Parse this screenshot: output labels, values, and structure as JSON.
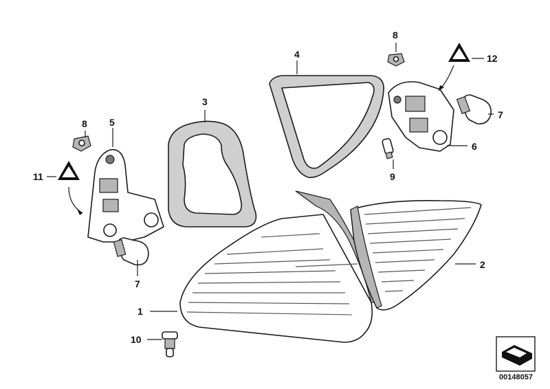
{
  "callouts": {
    "c1": "1",
    "c2": "2",
    "c3": "3",
    "c4": "4",
    "c5": "5",
    "c6": "6",
    "c7a": "7",
    "c7b": "7",
    "c8a": "8",
    "c8b": "8",
    "c9": "9",
    "c10": "10",
    "c11": "11",
    "c12": "12"
  },
  "document_number": "00148057",
  "colors": {
    "line": "#1a1a1a",
    "shade": "#b5b5b5",
    "background": "#ffffff"
  },
  "icons": {
    "warning_left": "warning-triangle-icon",
    "warning_right": "warning-triangle-icon",
    "orientation": "car-orientation-icon"
  }
}
